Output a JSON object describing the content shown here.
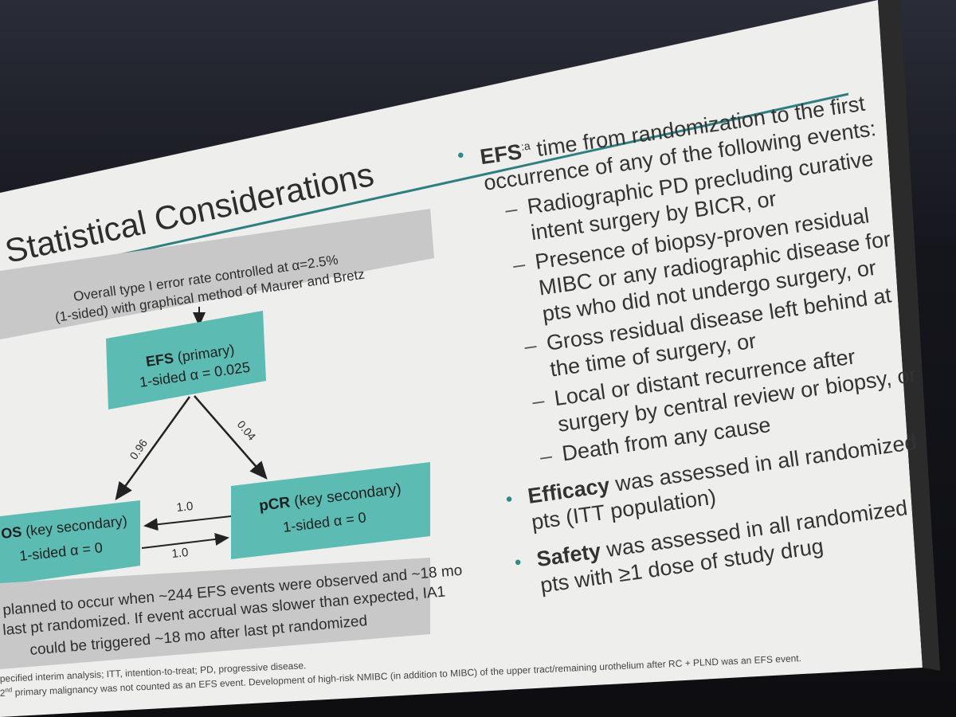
{
  "slide": {
    "title": "Statistical Considerations",
    "accent_color": "#2f7f80",
    "box_color": "#5cbcb4",
    "gray_box_color": "#c8c8c8",
    "top_box": "Overall type I error rate controlled at α=2.5% (1-sided) with graphical method of Maurer and Bretz",
    "top_box_line1": "Overall type I error rate controlled at α=2.5%",
    "top_box_line2": "(1-sided) with graphical method of Maurer and Bretz",
    "efs_box": {
      "label": "EFS",
      "qualifier": " (primary)",
      "alpha": "1-sided α = 0.025"
    },
    "os_box": {
      "label": "OS",
      "qualifier": " (key secondary)",
      "alpha": "1-sided α = 0"
    },
    "pcr_box": {
      "label": "pCR",
      "qualifier": " (key secondary)",
      "alpha": "1-sided α = 0"
    },
    "weights": {
      "efs_to_os": "0.96",
      "efs_to_pcr": "0.04",
      "pcr_to_os": "1.0",
      "os_to_pcr": "1.0"
    },
    "ia_note_line1": "planned to occur when ~244 EFS events were observed and ~18 mo",
    "ia_note_line2": "last pt randomized. If event accrual was slower than expected, IA1",
    "ia_note_line3": "could be triggered ~18 mo after last pt randomized",
    "bullets": {
      "efs_label": "EFS",
      "efs_sup": ":a",
      "efs_text": " time from randomization to the first occurrence of any of the following events:",
      "events": [
        "Radiographic PD precluding curative intent surgery by BICR, or",
        "Presence of biopsy-proven residual MIBC or any radiographic disease for pts who did not undergo surgery, or",
        "Gross residual disease left behind at the time of surgery, or",
        "Local or distant recurrence after surgery by central review or biopsy, or",
        "Death from any cause"
      ],
      "efficacy_label": "Efficacy",
      "efficacy_text": " was assessed in all randomized pts (ITT population)",
      "safety_label": "Safety",
      "safety_text": " was assessed in all randomized pts with ≥1 dose of study drug"
    },
    "footnote_line1": "pecified interim analysis; ITT, intention-to-treat; PD, progressive disease.",
    "footnote_line2_pre": "2",
    "footnote_line2_sup": "nd",
    "footnote_line2": " primary malignancy was not counted as an EFS event. Development of high-risk NMIBC (in addition to MIBC) of the upper tract/remaining urothelium after RC + PLND was an EFS event."
  }
}
